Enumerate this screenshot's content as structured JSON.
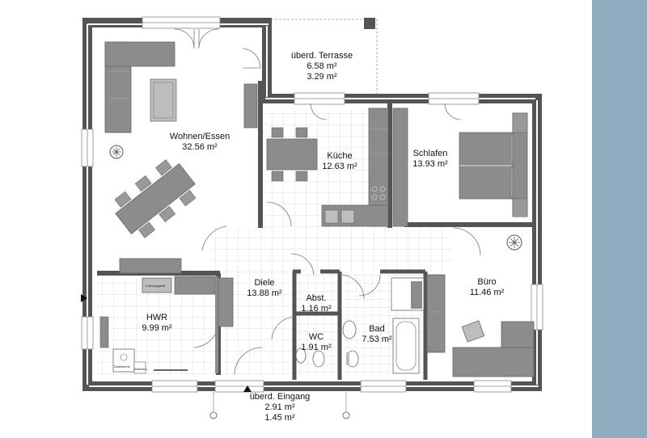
{
  "colors": {
    "sidebar": "#8eabbf",
    "wall": "#545454",
    "tile_line": "#d4d4d4",
    "furniture": "#8c8c8c",
    "furniture_light": "#bdbdbd"
  },
  "rooms": [
    {
      "name": "Wohnen/Essen",
      "area": "32.56 m²"
    },
    {
      "name": "Küche",
      "area": "12.63 m²"
    },
    {
      "name": "Schlafen",
      "area": "13.93 m²"
    },
    {
      "name": "Diele",
      "area": "13.88 m²"
    },
    {
      "name": "Abst.",
      "area": "1.16 m²"
    },
    {
      "name": "HWR",
      "area": "9.99 m²"
    },
    {
      "name": "WC",
      "area": "1.91 m²"
    },
    {
      "name": "Bad",
      "area": "7.53 m²"
    },
    {
      "name": "Büro",
      "area": "11.46 m²"
    }
  ],
  "terrace": {
    "name": "überd. Terrasse",
    "area1": "6.58 m²",
    "area2": "3.29 m²"
  },
  "entrance": {
    "name": "überd. Eingang",
    "area1": "2.91 m²",
    "area2": "1.45 m²"
  },
  "appliances": {
    "hwr_counter": "Lüftungsgerät",
    "gas_unit": "Gastherme",
    "wm": "Waschm."
  },
  "icons": {
    "entry_arrow": "triangle-up-icon",
    "side_arrow": "triangle-right-icon",
    "plant": "plant-icon"
  }
}
